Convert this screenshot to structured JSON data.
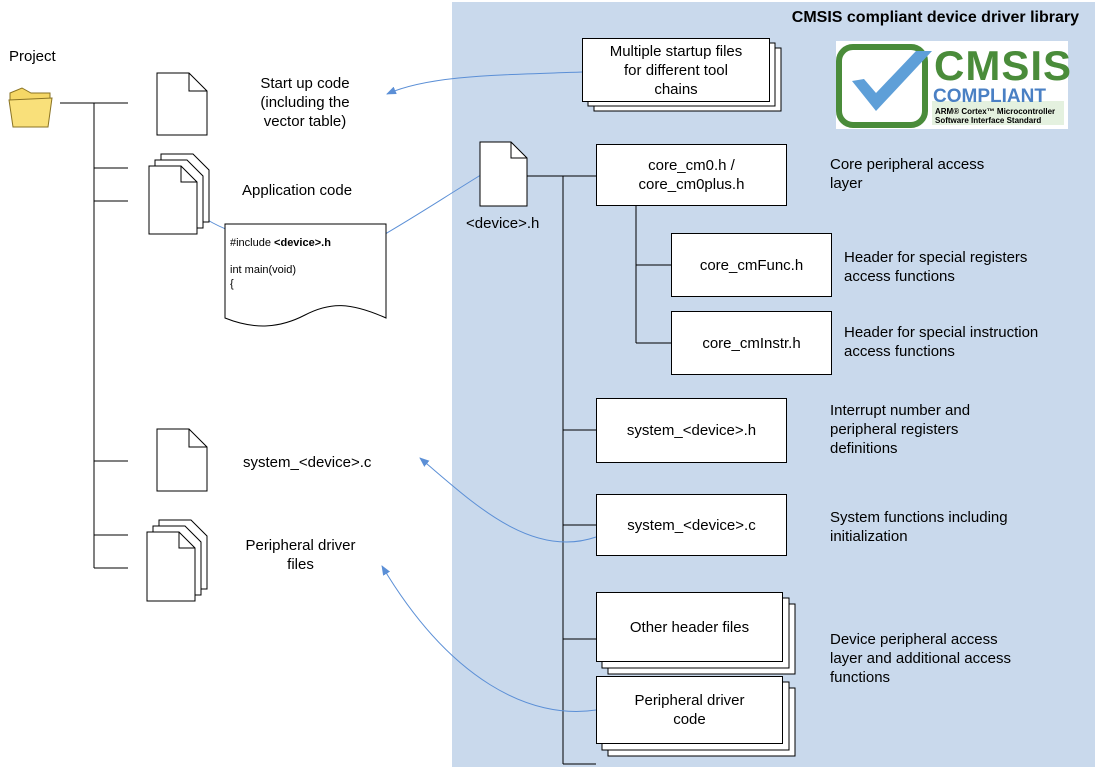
{
  "panel": {
    "title": "CMSIS compliant device driver library"
  },
  "logo": {
    "big": "CMSIS",
    "mid": "COMPLIANT",
    "tag1": "ARM® Cortex™ Microcontroller",
    "tag2": "Software Interface Standard"
  },
  "project": {
    "label": "Project",
    "startup_label": "Start up code\n(including the\nvector table)",
    "application_label": "Application code",
    "system_label": "system_<device>.c",
    "peripheral_label": "Peripheral driver\nfiles"
  },
  "code_snippet": {
    "line1_prefix": "#include ",
    "line1_bold": "<device>.h",
    "line2": "int main(void)",
    "line3": "{"
  },
  "device_header": "<device>.h",
  "boxes": {
    "startup": "Multiple startup files\nfor different tool\nchains",
    "core_cm0": "core_cm0.h /\ncore_cm0plus.h",
    "core_func": "core_cmFunc.h",
    "core_instr": "core_cmInstr.h",
    "system_h": "system_<device>.h",
    "system_c": "system_<device>.c",
    "other": "Other header files",
    "periph": "Peripheral driver\ncode"
  },
  "descriptions": {
    "core": "Core peripheral access\nlayer",
    "func": "Header for special registers\naccess functions",
    "instr": "Header for special instruction\naccess functions",
    "interrupt": "Interrupt number and\nperipheral registers\ndefinitions",
    "system": "System functions including\ninitialization",
    "device": "Device peripheral access\nlayer and additional access\nfunctions"
  }
}
